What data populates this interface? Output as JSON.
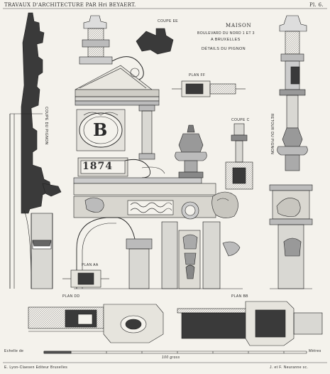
{
  "header": {
    "series_title": "TRAVAUX D'ARCHITECTURE PAR Hri BEYAERT.",
    "plate_number": "Pl. 6."
  },
  "title_block": {
    "building": "MAISON",
    "address": "BOULEVARD DU NORD 1 ET 3",
    "city": "A BRUXELLES",
    "subject": "DÉTAILS DU PIGNON"
  },
  "labels": {
    "coupe_ee": "COUPE EE",
    "plan_ff": "PLAN FF",
    "coupe_c": "COUPE C",
    "coupe_pignon": "COUPE DU PIGNON",
    "retour_pignon": "RETOUR DU PIGNON",
    "plan_aa": "PLAN AA",
    "plan_dd": "PLAN DD",
    "plan_bb": "PLAN BB",
    "date_panel": "1874",
    "monogram": "B"
  },
  "scale": {
    "left_label": "Echelle de",
    "right_label": "Mètres",
    "center_label": "100 gross"
  },
  "footer": {
    "publisher": "E. Lyon-Claesen Editeur Bruxelles",
    "engraver": "J. et F. Neuranne sc."
  },
  "colors": {
    "paper": "#f4f2ec",
    "ink": "#222222",
    "section_fill": "#3a3a3a",
    "light_hatch": "#9a9a9a"
  }
}
